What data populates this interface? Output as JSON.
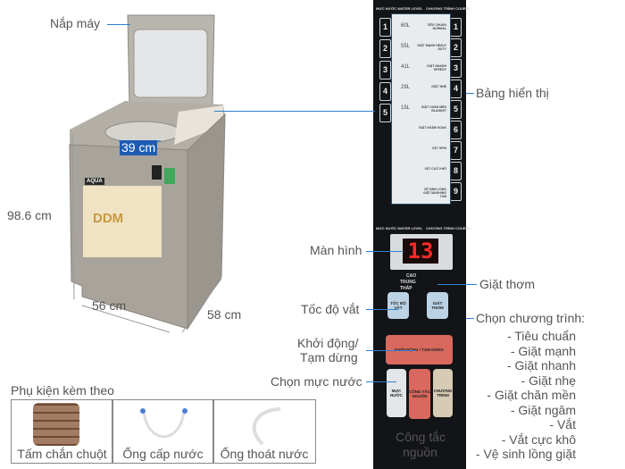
{
  "labels": {
    "lid": "Nắp máy",
    "display_panel": "Bảng hiển thị",
    "inner_width": "39 cm",
    "height": "98.6 cm",
    "width": "56  cm",
    "depth": "58 cm",
    "screen": "Màn hình",
    "fragrance": "Giặt thơm",
    "spin_speed": "Tốc độ vắt",
    "start_pause_1": "Khởi động/",
    "start_pause_2": "Tạm dừng",
    "water_level": "Chọn mực nước",
    "power_1": "Công tắc",
    "power_2": "nguồn",
    "programs_title": "Chọn chương trình:"
  },
  "programs": [
    "- Tiêu chuẩn",
    "- Giặt mạnh",
    "- Giặt nhanh",
    "- Giặt nhẹ",
    "- Giặt chăn mền",
    "- Giặt ngâm",
    "- Vắt",
    "- Vắt cực khô",
    "- Vệ sinh lồng giặt"
  ],
  "accessories": {
    "title": "Phụ kiện kèm theo",
    "items": [
      "Tấm chắn chuột",
      "Ống cấp nước",
      "Ống thoát nước"
    ]
  },
  "panel": {
    "header_left": "MỰC NƯỚC WATER LEVEL",
    "header_right": "CHƯƠNG TRÌNH COURSE",
    "water_levels": [
      "60L",
      "55L",
      "41L",
      "29L",
      "15L"
    ],
    "left_numbers": [
      "1",
      "2",
      "3",
      "4",
      "5"
    ],
    "right_numbers": [
      "1",
      "2",
      "3",
      "4",
      "5",
      "6",
      "7",
      "8",
      "9"
    ],
    "courses": [
      "TIÊU CHUẨN NORMAL",
      "GIẶT MẠNH HEAVY DUTY",
      "GIẶT NHANH SPEEDY",
      "GIẶT NHẸ",
      "GIẶT CHĂN MỀN BLANKET",
      "GIẶT NGÂM SOAK",
      "VẮT SPIN",
      "VẮT CỰC KHÔ",
      "VỆ SINH LỒNG GIẶT WASHING TUB"
    ],
    "display_value": "13",
    "speeds": [
      "CAO",
      "TRUNG",
      "THẤP"
    ],
    "btn_spin": "TỐC ĐỘ VẮT",
    "btn_fragrance": "GIẶT THƠM",
    "btn_start": "KHỞI ĐỘNG / TẠM DỪNG",
    "btn_water": "MỰC NƯỚC",
    "btn_power": "CÔNG TẮC NGUỒN",
    "btn_course": "CHƯƠNG TRÌNH",
    "brand": "AQUA",
    "badge": "DDM"
  },
  "colors": {
    "accent_line": "#2f7fd0",
    "panel": "#121417",
    "start_red": "#d9695e",
    "body": "#a9a49b"
  }
}
